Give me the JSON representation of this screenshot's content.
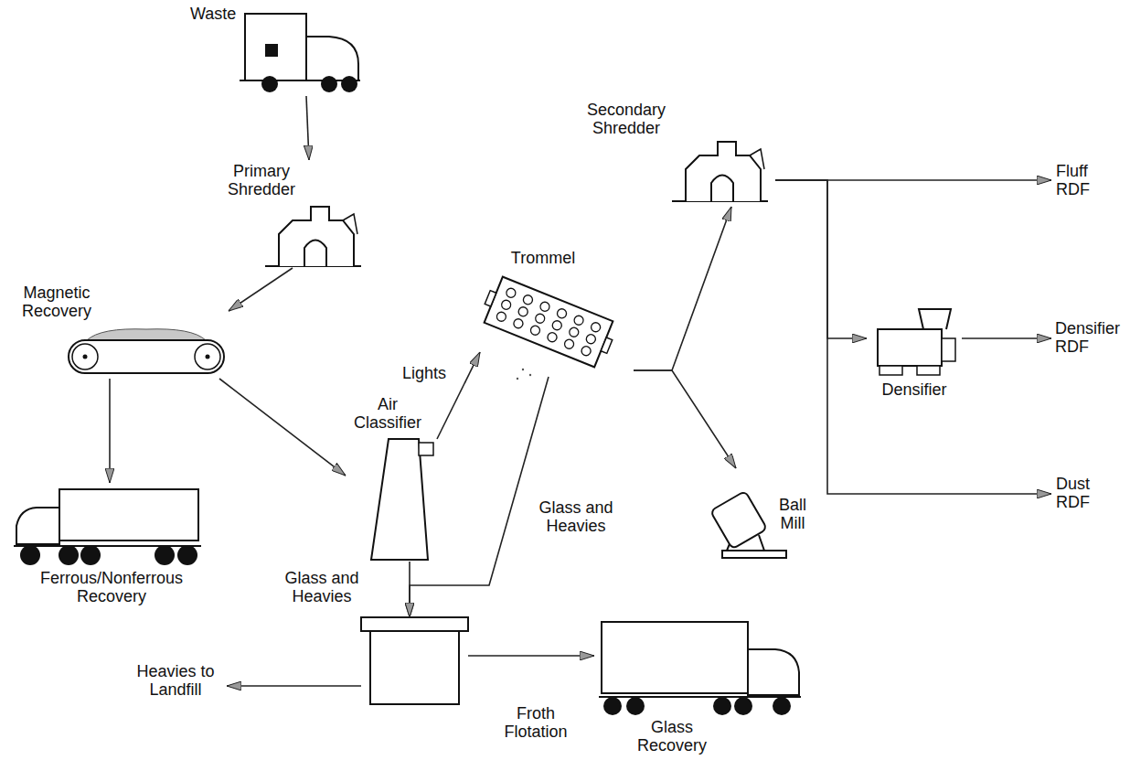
{
  "diagram": {
    "nodes": [
      {
        "text": [
          "Waste"
        ]
      },
      {
        "text": [
          "Primary Shredder"
        ]
      },
      {
        "text": [
          "Magnetic Recovery"
        ]
      },
      {
        "text": [
          "Ferrous/Nonferrous Recovery"
        ]
      },
      {
        "text": [
          "Air Classifier"
        ]
      },
      {
        "text": [
          "Trommel"
        ]
      },
      {
        "text": [
          "Secondary Shredder"
        ]
      },
      {
        "text": [
          "Ball Mill"
        ]
      },
      {
        "text": [
          "Densifier"
        ]
      },
      {
        "text": [
          "Fluff RDF"
        ]
      },
      {
        "text": [
          "Densifier RDF"
        ]
      },
      {
        "text": [
          "Dust RDF"
        ]
      },
      {
        "text": [
          "Froth Flotation"
        ]
      },
      {
        "text": [
          "Glass Recovery"
        ]
      },
      {
        "text": [
          "Heavies to Landfill"
        ]
      }
    ],
    "edges": [
      {
        "from": 0,
        "to": 1,
        "arrow": "to"
      },
      {
        "from": 1,
        "to": 2,
        "arrow": "to"
      },
      {
        "from": 2,
        "to": 3,
        "arrow": "to"
      },
      {
        "from": 2,
        "to": 4,
        "arrow": "to"
      },
      {
        "from": 4,
        "to": 5,
        "label": "Lights",
        "arrow": "to"
      },
      {
        "from": 4,
        "to": 12,
        "label": "Glass and Heavies",
        "arrow": "to"
      },
      {
        "from": 5,
        "to": 12,
        "label": "Glass and Heavies",
        "arrow": "to"
      },
      {
        "from": 5,
        "to": 6,
        "arrow": "to"
      },
      {
        "from": 5,
        "to": 7,
        "arrow": "to"
      },
      {
        "from": 6,
        "to": 9,
        "arrow": "to"
      },
      {
        "from": 6,
        "to": 8,
        "arrow": "to"
      },
      {
        "from": 6,
        "to": 11,
        "arrow": "to"
      },
      {
        "from": 8,
        "to": 10,
        "arrow": "to"
      },
      {
        "from": 12,
        "to": 13,
        "arrow": "to"
      },
      {
        "from": 12,
        "to": 14,
        "arrow": "to"
      }
    ]
  }
}
